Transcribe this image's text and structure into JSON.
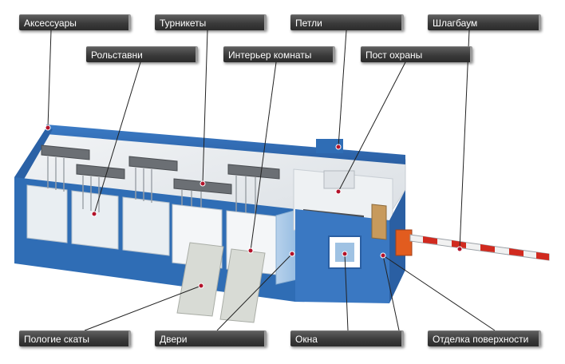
{
  "callouts": [
    {
      "id": "accessories",
      "label": "Аксессуары"
    },
    {
      "id": "turnstiles",
      "label": "Турникеты"
    },
    {
      "id": "hinges",
      "label": "Петли"
    },
    {
      "id": "barrier",
      "label": "Шлагбаум"
    },
    {
      "id": "roller-shutters",
      "label": "Рольставни"
    },
    {
      "id": "room-interior",
      "label": "Интерьер комнаты"
    },
    {
      "id": "guard-post",
      "label": "Пост охраны"
    },
    {
      "id": "gentle-ramps",
      "label": "Пологие скаты"
    },
    {
      "id": "doors",
      "label": "Двери"
    },
    {
      "id": "windows",
      "label": "Окна"
    },
    {
      "id": "surface-finish",
      "label": "Отделка поверхности"
    }
  ],
  "colors": {
    "container_blue": "#2f6db5",
    "panel_white": "#e9eef2",
    "marker_red": "#b3122a",
    "label_dark": "#3a3a3a",
    "barrier_red": "#d12a1f"
  }
}
